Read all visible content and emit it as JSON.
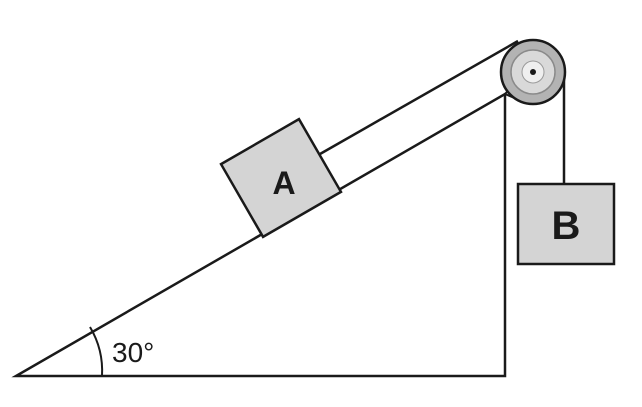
{
  "diagram": {
    "block_a_label": "A",
    "block_b_label": "B",
    "angle_label": "30°",
    "colors": {
      "line": "#1a1a1a",
      "block_fill": "#d4d4d4",
      "pulley_outer": "#b3b3b3",
      "pulley_inner": "#e6e6e6",
      "background": "#ffffff"
    }
  }
}
